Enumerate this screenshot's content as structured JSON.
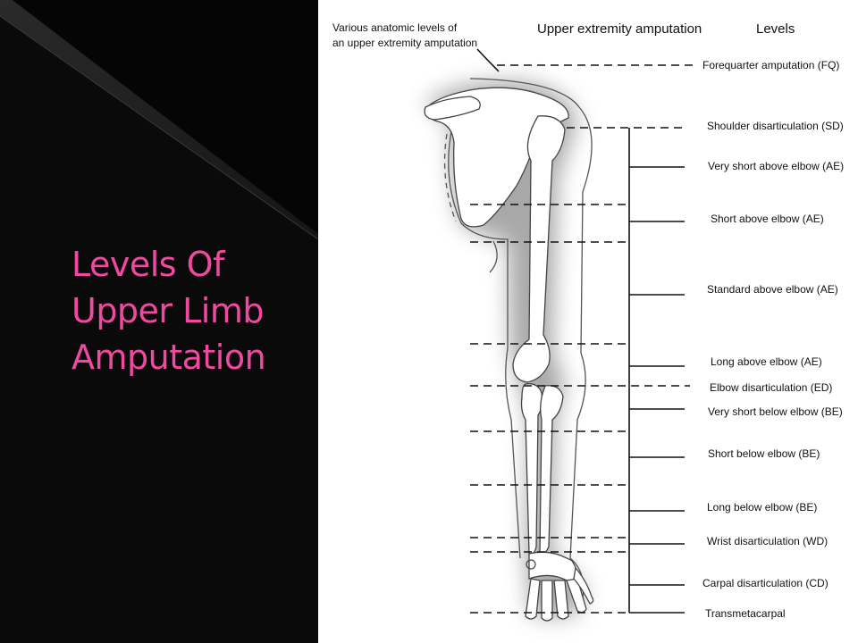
{
  "slide": {
    "title_lines": [
      "Levels Of",
      "Upper Limb",
      "Amputation"
    ],
    "title_color": "#f04aa0",
    "background_color": "#000000"
  },
  "diagram": {
    "caption_line1": "Various  anatomic levels of",
    "caption_line2": "an upper extremity amputation",
    "header_title": "Upper extremity amputation",
    "header_levels": "Levels",
    "levels": [
      {
        "label": "Forequarter amputation (FQ)",
        "style": "dashed"
      },
      {
        "label": "Shoulder disarticulation (SD)",
        "style": "dashed"
      },
      {
        "label": "Very short above elbow (AE)",
        "style": "solid"
      },
      {
        "label": "Short above elbow (AE)",
        "style": "solid"
      },
      {
        "label": "Standard above elbow (AE)",
        "style": "solid"
      },
      {
        "label": "Long above elbow (AE)",
        "style": "solid"
      },
      {
        "label": "Elbow disarticulation (ED)",
        "style": "dashed"
      },
      {
        "label": "Very short below elbow (BE)",
        "style": "solid"
      },
      {
        "label": "Short below elbow (BE)",
        "style": "solid"
      },
      {
        "label": "Long below elbow (BE)",
        "style": "solid"
      },
      {
        "label": "Wrist disarticulation (WD)",
        "style": "solid"
      },
      {
        "label": "Carpal disarticulation (CD)",
        "style": "solid"
      },
      {
        "label": "Transmetacarpal",
        "style": "solid"
      }
    ]
  }
}
